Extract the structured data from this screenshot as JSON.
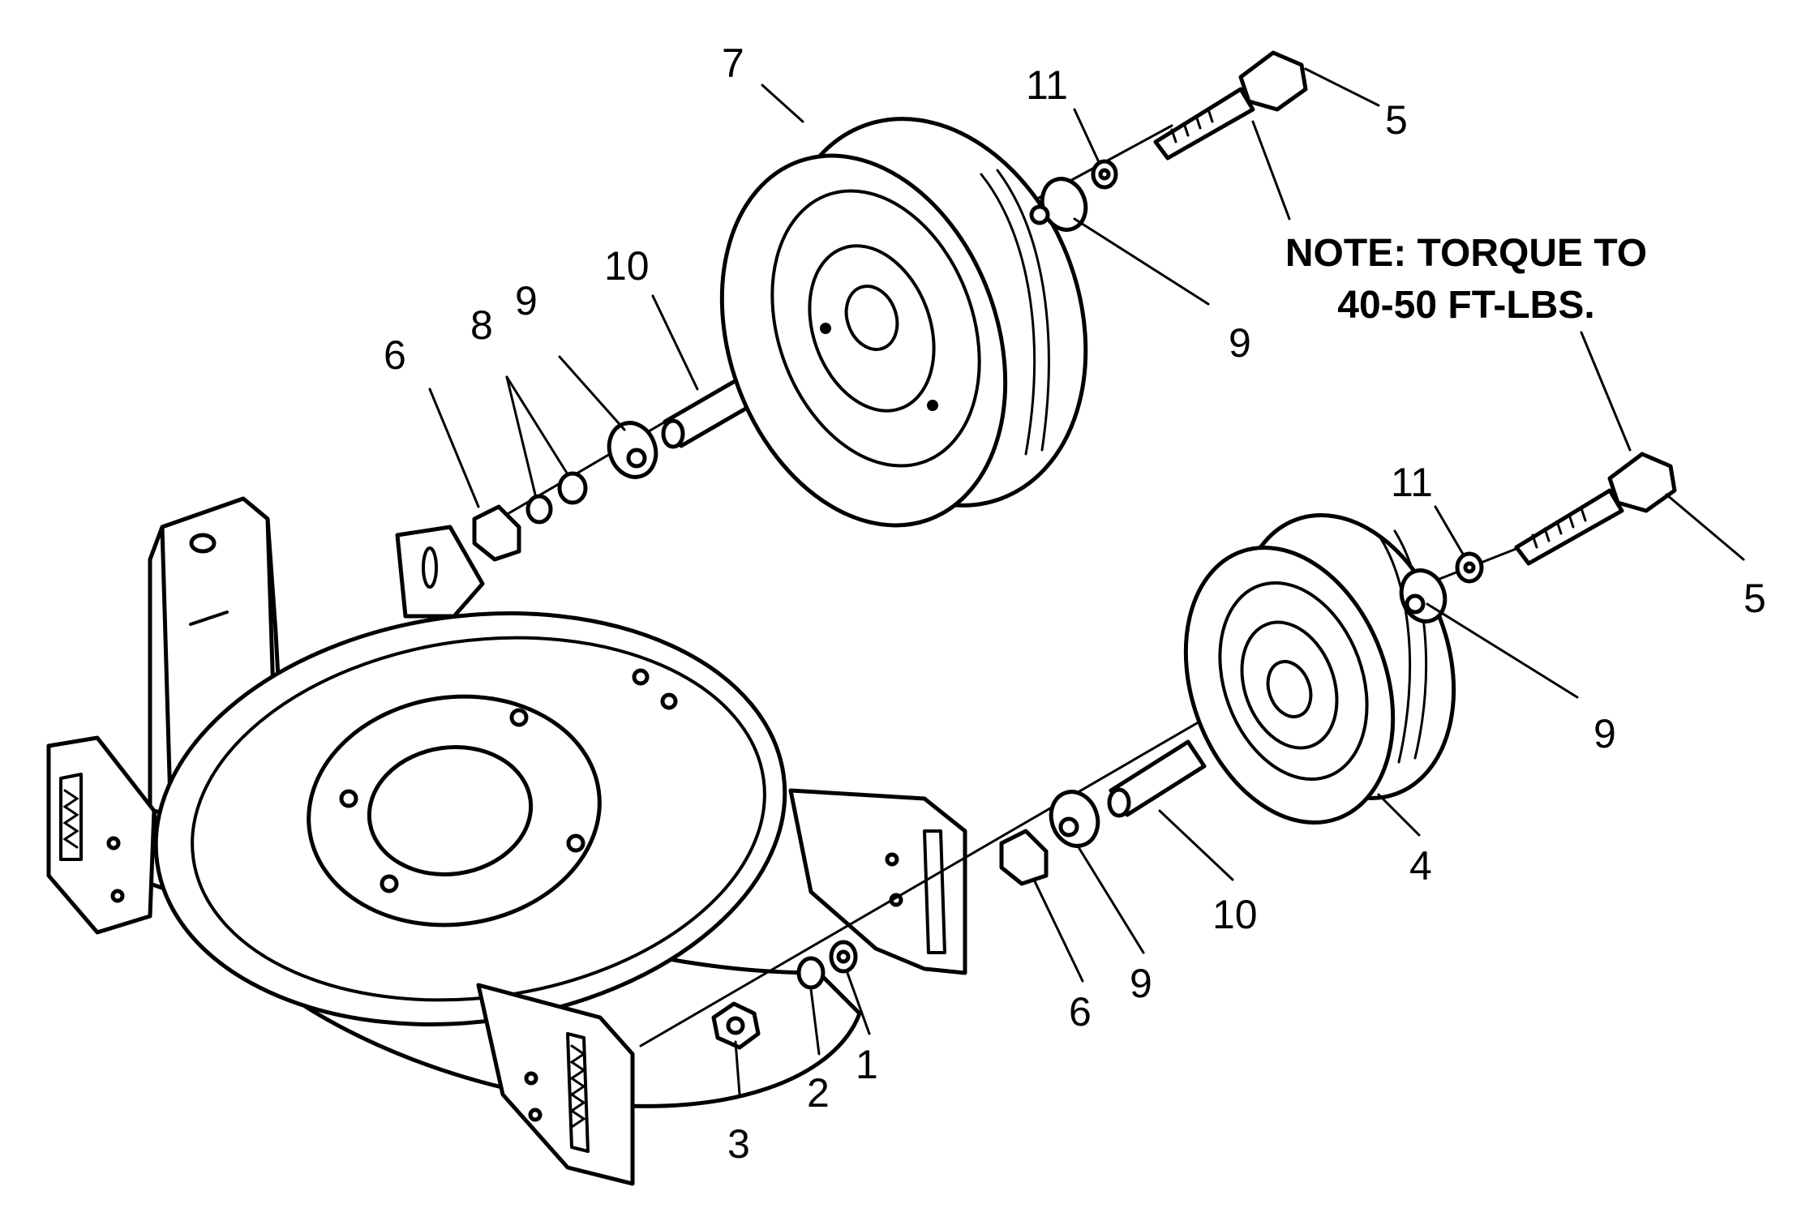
{
  "callouts": {
    "c1": "1",
    "c2": "2",
    "c3": "3",
    "c4": "4",
    "c5_top": "5",
    "c5_bottom": "5",
    "c6_left": "6",
    "c6_right": "6",
    "c7": "7",
    "c8": "8",
    "c9_left": "9",
    "c9_top": "9",
    "c9_right": "9",
    "c9_bottom": "9",
    "c10_top": "10",
    "c10_bottom": "10",
    "c11_top": "11",
    "c11_bottom": "11"
  },
  "note": {
    "line1": "NOTE: TORQUE TO",
    "line2": "40-50 FT-LBS."
  }
}
